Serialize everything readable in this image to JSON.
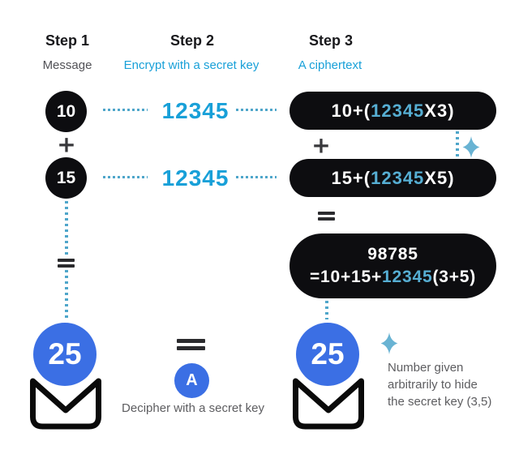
{
  "steps": [
    {
      "title": "Step 1",
      "subtitle": "Message"
    },
    {
      "title": "Step 2",
      "subtitle": "Encrypt with a secret key"
    },
    {
      "title": "Step 3",
      "subtitle": "A ciphertext"
    }
  ],
  "message": {
    "first": "10",
    "second": "15",
    "plus": "+",
    "sum": "25"
  },
  "secret_key": {
    "value": "12345"
  },
  "cipher": {
    "row1": {
      "prefix": "10+(",
      "key": "12345",
      "suffix": "X3)"
    },
    "row2": {
      "prefix": "15+(",
      "key": "12345",
      "suffix": "X5)"
    },
    "plus": "+",
    "total": {
      "value": "98785",
      "prefix": "=10+15+",
      "key": "12345",
      "suffix": "(3+5)"
    },
    "result": "25"
  },
  "decipher": {
    "badge": "A",
    "caption": "Decipher with a secret key"
  },
  "note": {
    "lines": [
      "Number given",
      "arbitrarily to hide",
      "the secret key (3,5)"
    ]
  },
  "colors": {
    "black": "#0d0d10",
    "cyan_text": "#18a0d8",
    "cyan_in_pill": "#56aed3",
    "dots_cyan": "#4fa6ca",
    "sparkle_cyan": "#69b3d3",
    "royal_blue": "#3b6fe4",
    "gray_text": "#5d5d60",
    "symbol_dark": "#2b2b2e"
  }
}
